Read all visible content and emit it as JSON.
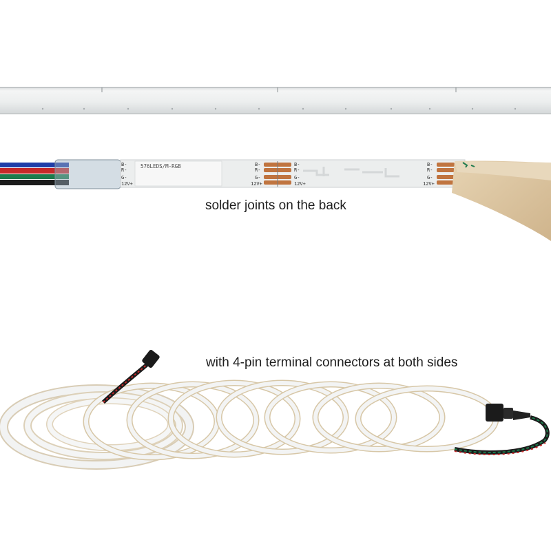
{
  "captions": {
    "solder": "solder joints on the back",
    "connectors": "with 4-pin terminal connectors at both sides"
  },
  "strip_back": {
    "model_print": "576LEDS/M-RGB",
    "pad_labels": [
      "B-",
      "R-",
      "G-",
      "12V+"
    ]
  },
  "colors": {
    "background": "#ffffff",
    "strip_white": "#eef0f0",
    "copper": "#c0743f",
    "adhesive_tape": "#dcc6a2",
    "wire_red": "#c62828",
    "wire_green": "#1d7a4c",
    "wire_blue": "#1f3ea8",
    "wire_black": "#1b1b1b",
    "caption_text": "#1e1e1e"
  }
}
